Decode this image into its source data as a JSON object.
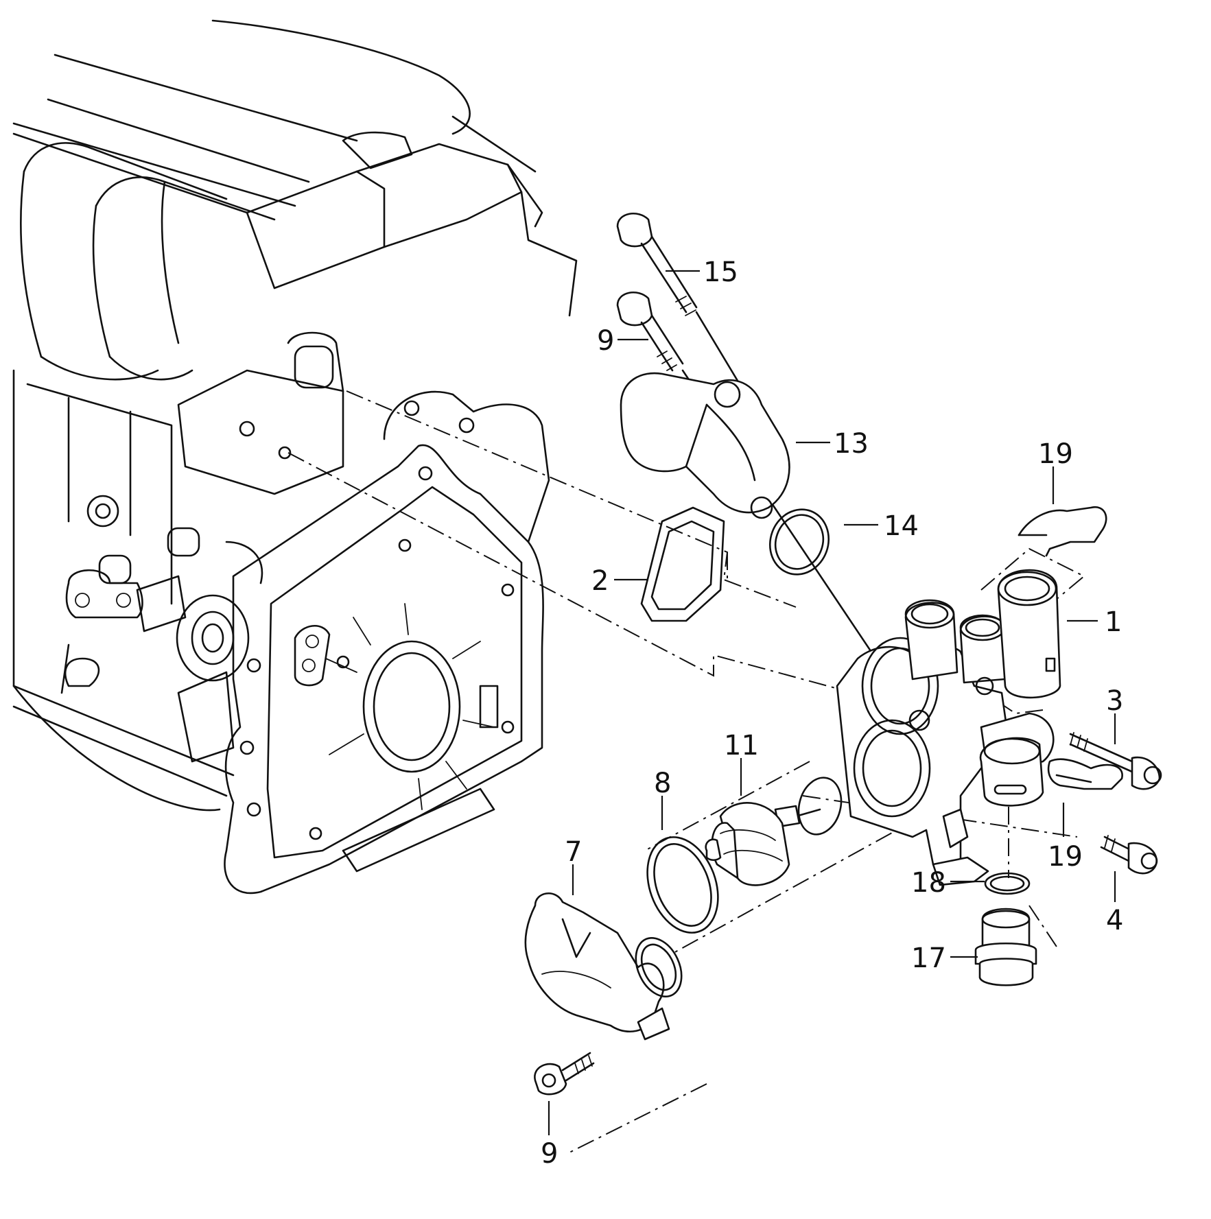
{
  "colors": {
    "line": "#111111",
    "background": "#ffffff"
  },
  "callouts": [
    {
      "id": "c15",
      "label": "15"
    },
    {
      "id": "c9a",
      "label": "9"
    },
    {
      "id": "c13",
      "label": "13"
    },
    {
      "id": "c19a",
      "label": "19"
    },
    {
      "id": "c14",
      "label": "14"
    },
    {
      "id": "c2",
      "label": "2"
    },
    {
      "id": "c1",
      "label": "1"
    },
    {
      "id": "c3",
      "label": "3"
    },
    {
      "id": "c11",
      "label": "11"
    },
    {
      "id": "c8",
      "label": "8"
    },
    {
      "id": "c7",
      "label": "7"
    },
    {
      "id": "c19b",
      "label": "19"
    },
    {
      "id": "c18",
      "label": "18"
    },
    {
      "id": "c4",
      "label": "4"
    },
    {
      "id": "c17",
      "label": "17"
    },
    {
      "id": "c9b",
      "label": "9"
    }
  ]
}
